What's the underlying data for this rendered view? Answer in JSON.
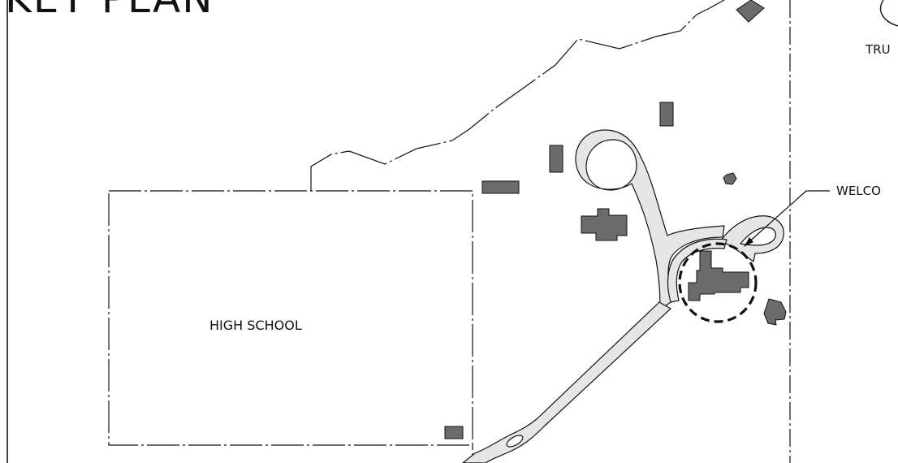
{
  "plan": {
    "title": "KEY PLAN",
    "area_label": "HIGH SCHOOL",
    "north_label": "TRU",
    "callout_label": "WELCO"
  },
  "colors": {
    "building_fill": "#6b6b6b",
    "road_fill": "#e6e6e6",
    "line": "#111111"
  }
}
